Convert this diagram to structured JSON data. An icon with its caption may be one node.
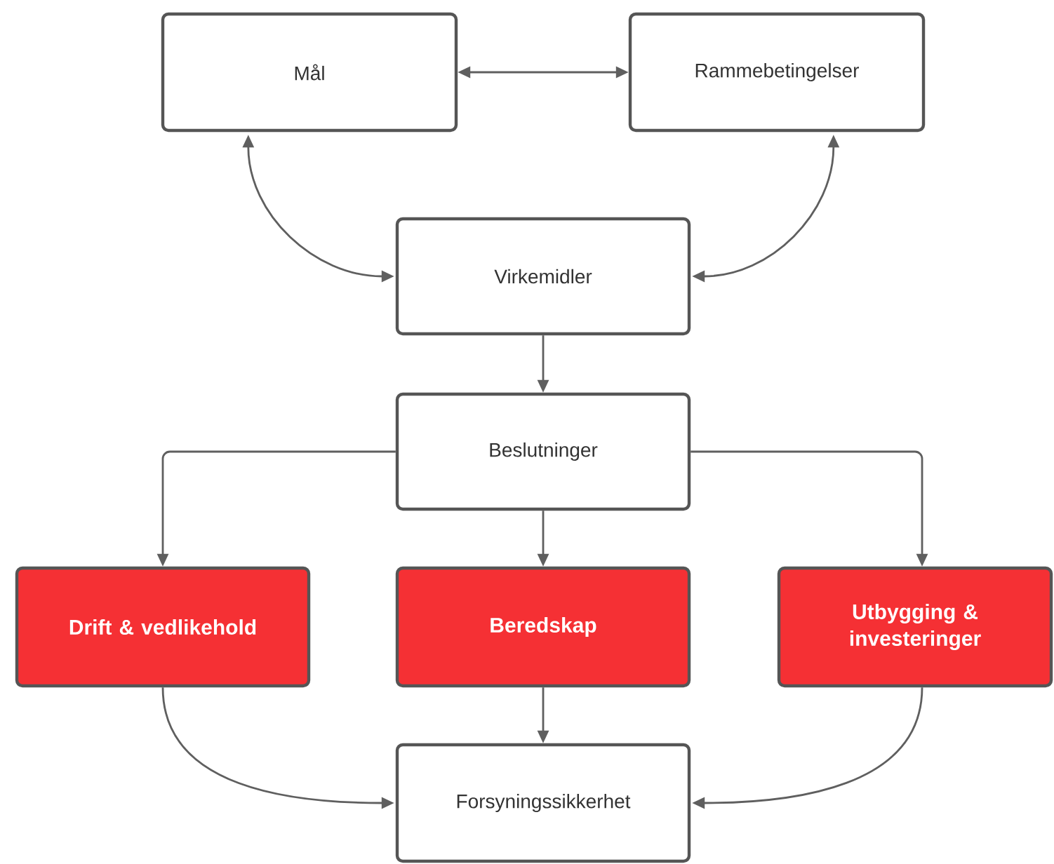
{
  "diagram": {
    "nodes": [
      {
        "text": [
          "Mål"
        ]
      },
      {
        "text": [
          "Rammebetingelser"
        ]
      },
      {
        "text": [
          "Virkemidler"
        ]
      },
      {
        "text": [
          "Beslutninger"
        ]
      },
      {
        "text": [
          "Drift & vedlikehold"
        ]
      },
      {
        "text": [
          "Beredskap"
        ]
      },
      {
        "text": [
          "Utbygging & investeringer"
        ]
      },
      {
        "text": [
          "Forsyningssikkerhet"
        ]
      }
    ],
    "edges": [
      {
        "from": 0,
        "to": 1,
        "arrow": "both"
      },
      {
        "from": 0,
        "to": 2,
        "arrow": "both"
      },
      {
        "from": 1,
        "to": 2,
        "arrow": "both"
      },
      {
        "from": 2,
        "to": 3,
        "arrow": "to"
      },
      {
        "from": 3,
        "to": 4,
        "arrow": "to"
      },
      {
        "from": 3,
        "to": 5,
        "arrow": "to"
      },
      {
        "from": 3,
        "to": 6,
        "arrow": "to"
      },
      {
        "from": 4,
        "to": 7,
        "arrow": "to"
      },
      {
        "from": 5,
        "to": 7,
        "arrow": "to"
      },
      {
        "from": 6,
        "to": 7,
        "arrow": "to"
      }
    ]
  }
}
